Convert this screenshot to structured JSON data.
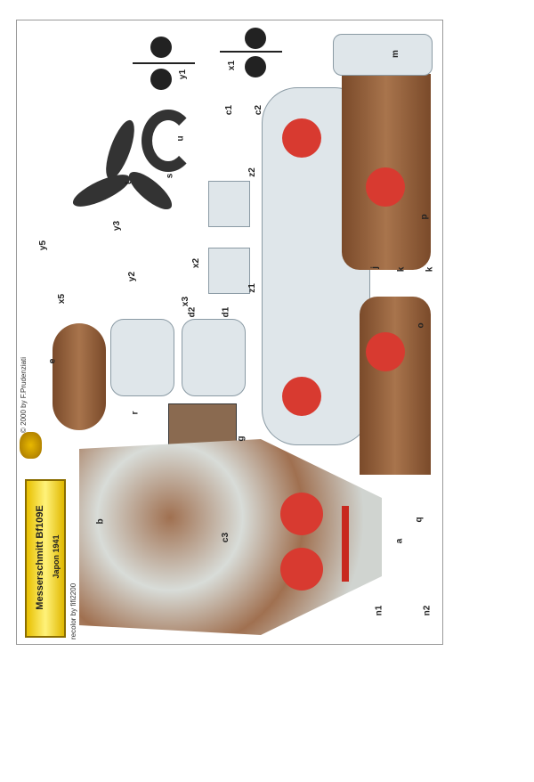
{
  "title_plate": {
    "title": "Messerschmitt Bf109E",
    "subtitle": "Japon 1941"
  },
  "credits": {
    "copyright": "© 2000 by F.Prudenziati",
    "recolor": "recolor by fifi2200"
  },
  "part_labels": {
    "y1": "y1",
    "x1": "x1",
    "c1": "c1",
    "c2": "c2",
    "m": "m",
    "u": "u",
    "s": "s",
    "t": "t",
    "z2": "z2",
    "z1": "z1",
    "y3": "y3",
    "y5": "y5",
    "x5": "x5",
    "y2": "y2",
    "x2": "x2",
    "x3": "x3",
    "j": "j",
    "k1": "k",
    "k2": "k",
    "p": "p",
    "o": "o",
    "d1": "d1",
    "d2": "d2",
    "e": "e",
    "r": "r",
    "g": "g",
    "b": "b",
    "c3": "c3",
    "q": "q",
    "a": "a",
    "n1": "n1",
    "n2": "n2"
  },
  "colors": {
    "brown": "#9a6a44",
    "grey": "#dfe6ea",
    "roundel": "#d83a30",
    "plate": "#f0d000"
  }
}
